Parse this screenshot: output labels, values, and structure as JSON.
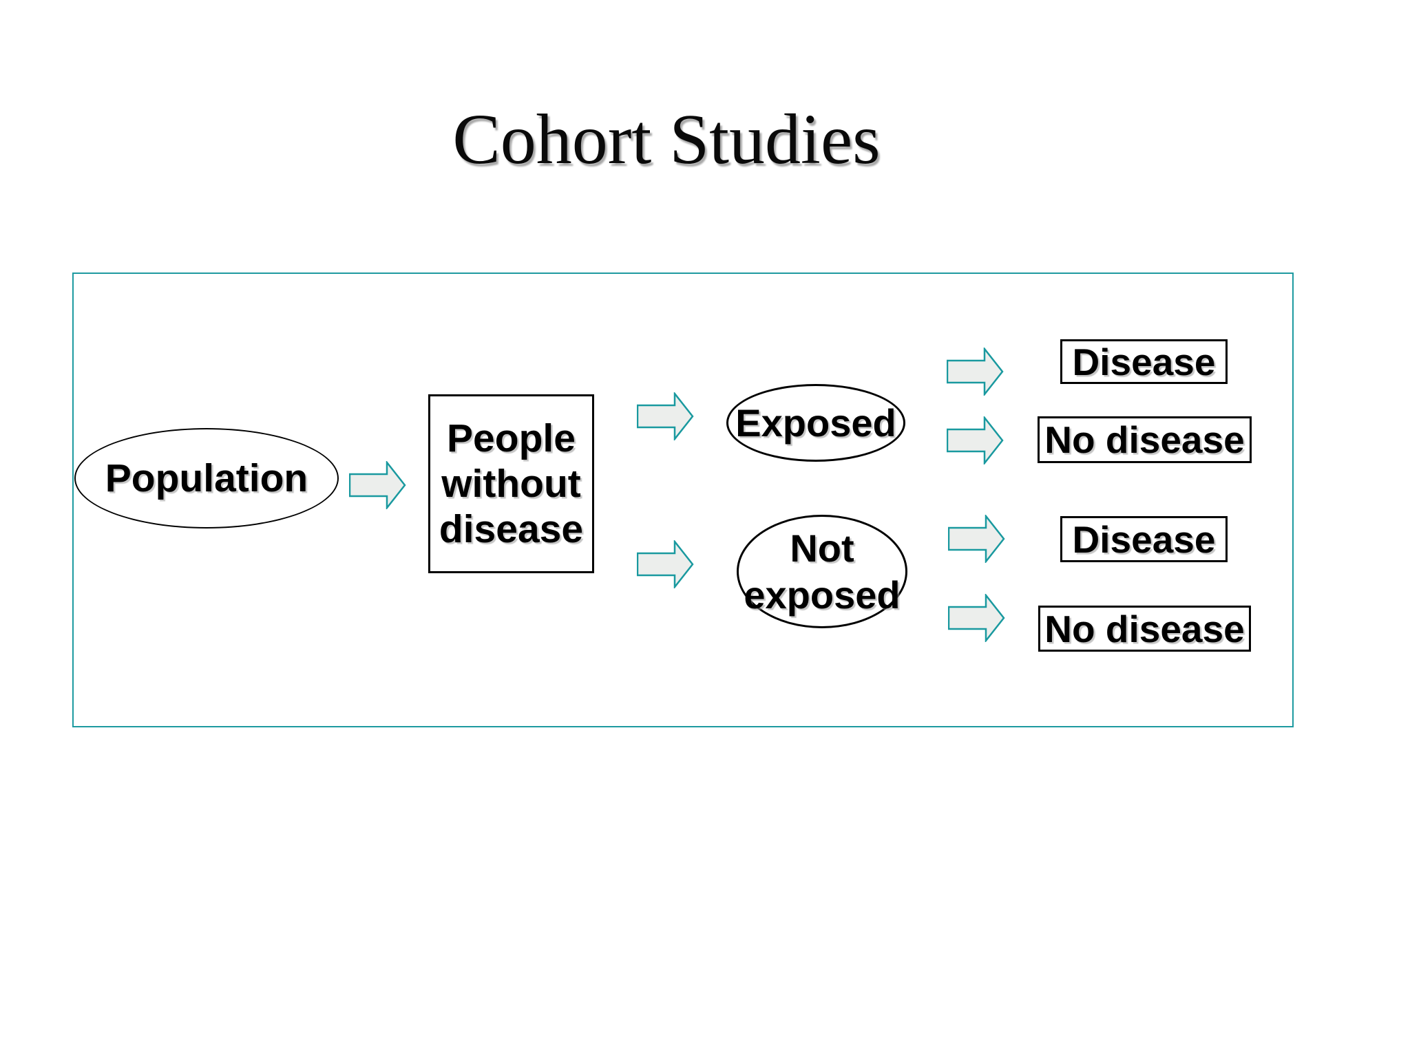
{
  "slide": {
    "title": "Cohort Studies"
  },
  "diagram": {
    "population_label": "Population",
    "people_without_disease_lines": [
      "People",
      "without",
      "disease"
    ],
    "exposed_label": "Exposed",
    "not_exposed_lines": [
      "Not",
      "exposed"
    ],
    "exposed_outcomes": [
      "Disease",
      "No disease"
    ],
    "not_exposed_outcomes": [
      "Disease",
      "No disease"
    ],
    "arrow_icon": "block-arrow-right"
  },
  "colors": {
    "frame_border": "#1d9aa0",
    "arrow_fill": "#eceeec",
    "arrow_stroke": "#19999f",
    "shape_border": "#000000",
    "text": "#000000",
    "background": "#ffffff"
  }
}
